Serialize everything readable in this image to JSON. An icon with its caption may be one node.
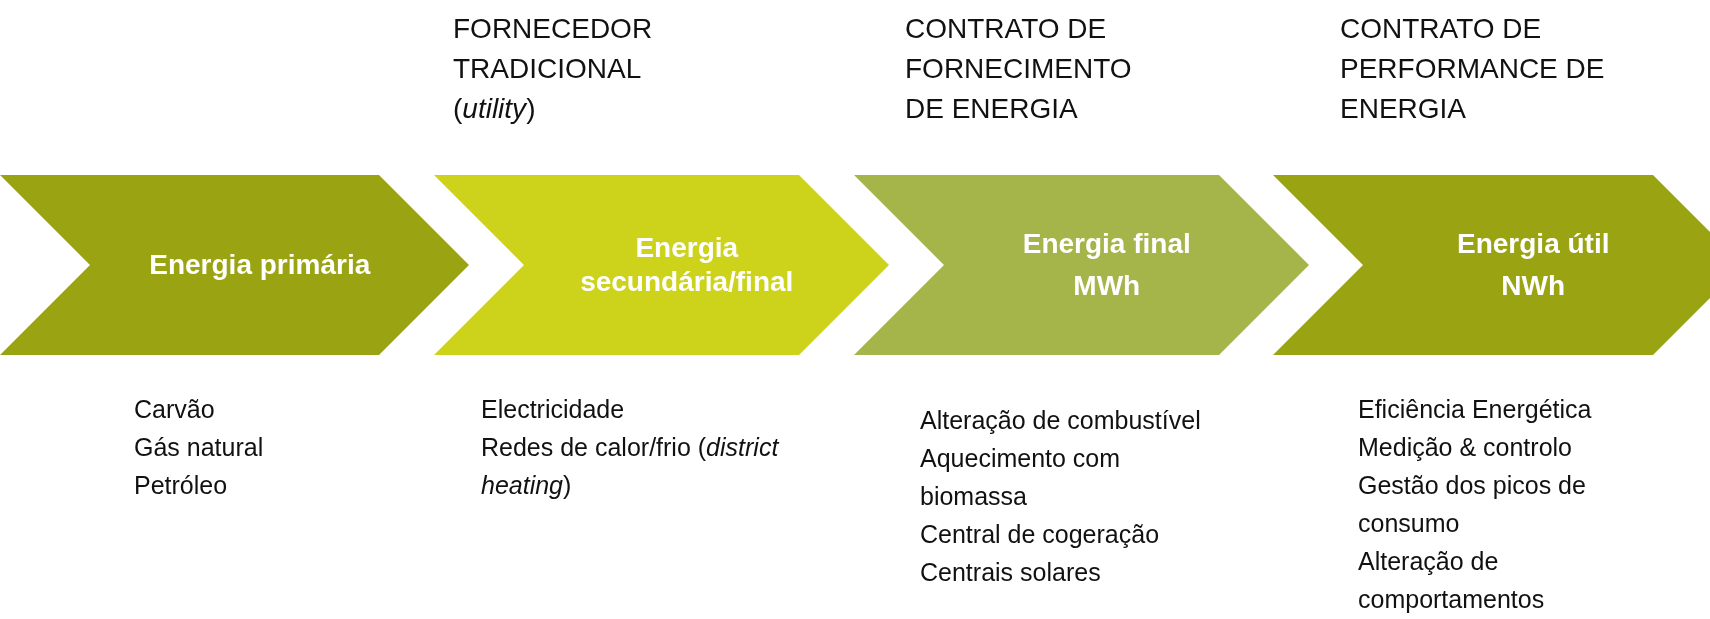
{
  "diagram": {
    "nodes": [
      {
        "text": [
          "Energia primária"
        ],
        "beside": [
          "Carvão",
          "Gás natural",
          "Petróleo"
        ]
      },
      {
        "text": [
          "Energia secundária/final"
        ],
        "beside": [
          "FORNECEDOR TRADICIONAL (*utility*)",
          "Electricidade",
          "Redes de calor/frio (*district heating*)"
        ]
      },
      {
        "text": [
          "Energia final",
          "MWh"
        ],
        "beside": [
          "CONTRATO DE FORNECIMENTO DE ENERGIA",
          "Alteração de combustível",
          "Aquecimento com biomassa",
          "Central de cogeração",
          "Centrais solares"
        ]
      },
      {
        "text": [
          "Energia útil",
          "NWh"
        ],
        "beside": [
          "CONTRATO DE PERFORMANCE DE ENERGIA",
          "Eficiência Energética",
          "Medição & controlo",
          "Gestão dos picos de consumo",
          "Alteração de comportamentos"
        ]
      }
    ],
    "edges": []
  }
}
